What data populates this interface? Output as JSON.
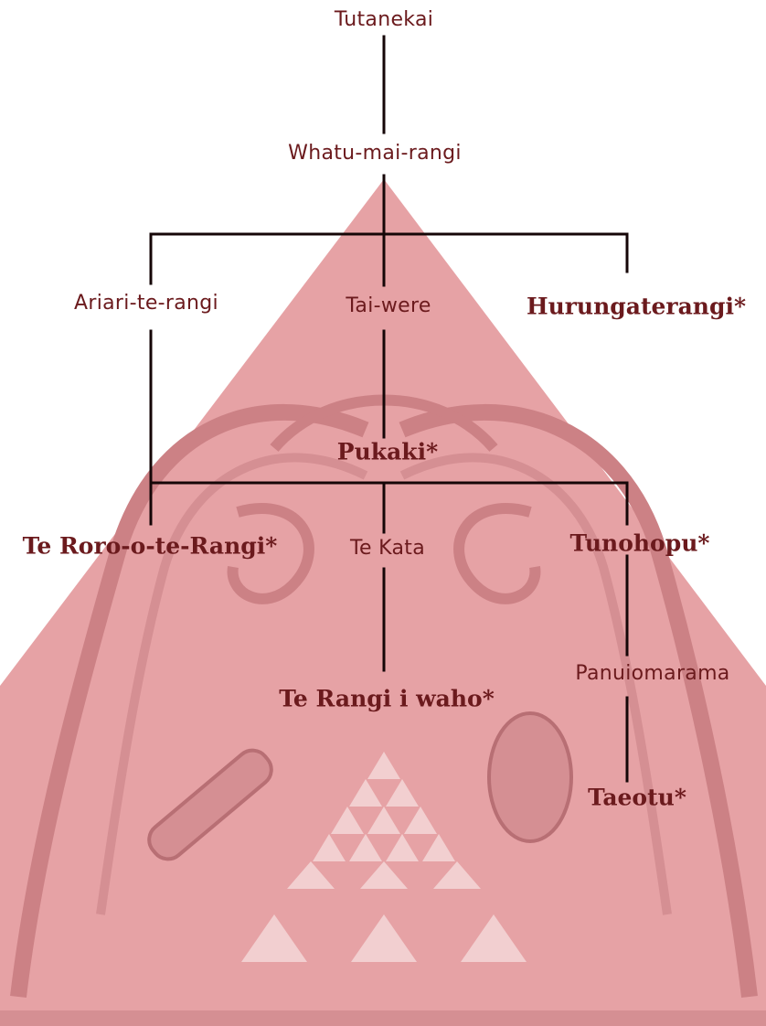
{
  "colors": {
    "background": "#ffffff",
    "triangle": "#e6a2a5",
    "pattern": "#cc8185",
    "pattern_light": "#f2cfd0",
    "line": "#150607",
    "text": "#6b1a1d"
  },
  "people": {
    "tutanekai": "Tutanekai",
    "whatu_mai_rangi": "Whatu-mai-rangi",
    "ariari_te_rangi": "Ariari-te-rangi",
    "tai_were": "Tai-were",
    "hurungaterangi": "Hurungaterangi*",
    "pukaki": "Pukaki*",
    "te_roro_o_te_rangi": "Te Roro-o-te-Rangi*",
    "te_kata": "Te Kata",
    "tunohopu": "Tunohopu*",
    "panuiomarama": "Panuiomarama",
    "te_rangi_i_waho": "Te Rangi i waho*",
    "taeotu": "Taeotu*"
  }
}
